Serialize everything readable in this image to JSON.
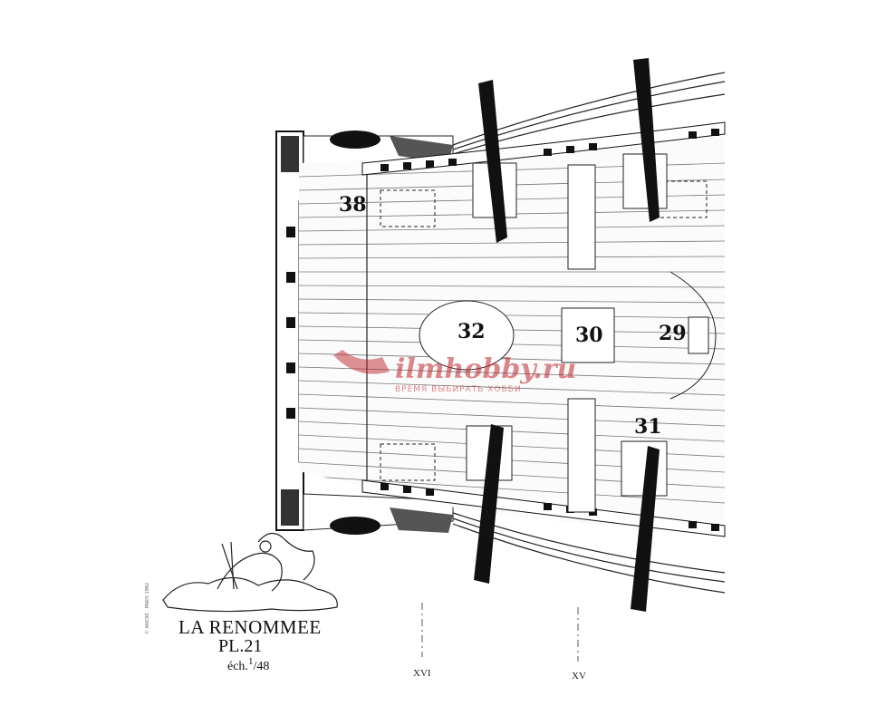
{
  "ship_name": "LA RENOMMEE",
  "plate": "PL.21",
  "scale": {
    "prefix": "éch.",
    "numerator": "1",
    "denominator": "48"
  },
  "stations": [
    "XVI",
    "XV"
  ],
  "labels": [
    "38",
    "32",
    "30",
    "29",
    "31"
  ],
  "copyright": "© ANCRE · PARIS 1982",
  "watermark": {
    "text": "ilmhobby.ru",
    "subtitle": "ВРЕМЯ ВЫБИРАТЬ ХОББИ",
    "color": "#c0262e"
  }
}
